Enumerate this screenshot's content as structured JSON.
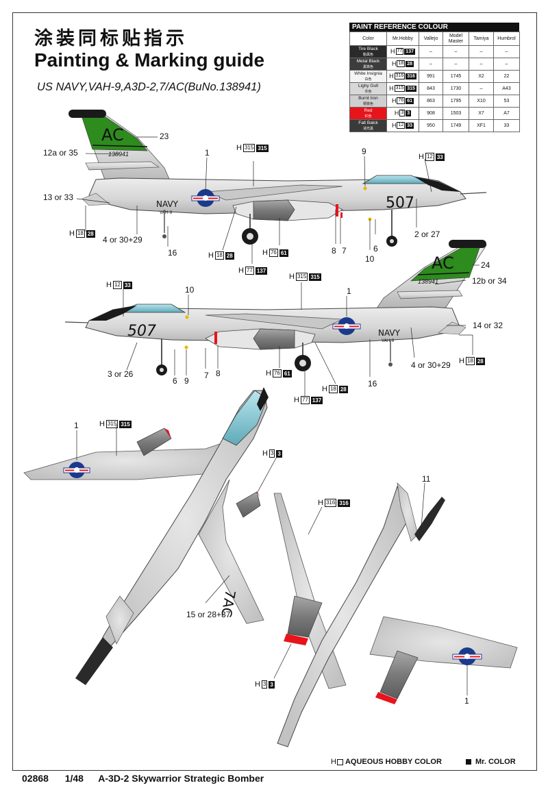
{
  "header": {
    "title_cn": "涂装同标贴指示",
    "title_en": "Painting & Marking guide",
    "subtitle": "US NAVY,VAH-9,A3D-2,7/AC(BuNo.138941)"
  },
  "paint_table": {
    "title": "PAINT REFERENCE COLOUR",
    "columns": [
      "Color",
      "Mr.Hobby",
      "Vallejo",
      "Model Master",
      "Tamiya",
      "Humbrol"
    ],
    "rows": [
      {
        "name": "Tire Black",
        "name_cn": "胎黑色",
        "swatch": "#2a2a2a",
        "h": "77",
        "m": "137",
        "vallejo": "–",
        "model_master": "–",
        "tamiya": "–",
        "humbrol": "–"
      },
      {
        "name": "Metal Black",
        "name_cn": "黑铁色",
        "swatch": "#3c3c3c",
        "h": "18",
        "m": "28",
        "vallejo": "–",
        "model_master": "–",
        "tamiya": "–",
        "humbrol": "–"
      },
      {
        "name": "White Insignia",
        "name_cn": "白色",
        "swatch": "#f4f4f4",
        "h": "316",
        "m": "316",
        "vallejo": "991",
        "model_master": "1745",
        "tamiya": "X2",
        "humbrol": "22"
      },
      {
        "name": "Lighy Gull",
        "name_cn": "灰色",
        "swatch": "#d8d8d8",
        "h": "315",
        "m": "315",
        "vallejo": "843",
        "model_master": "1730",
        "tamiya": "–",
        "humbrol": "A43"
      },
      {
        "name": "Burnt Iron",
        "name_cn": "铜铁色",
        "swatch": "#cfcfcf",
        "h": "76",
        "m": "61",
        "vallejo": "863",
        "model_master": "1795",
        "tamiya": "X10",
        "humbrol": "53"
      },
      {
        "name": "Red",
        "name_cn": "红色",
        "swatch": "#e8141b",
        "h": "3",
        "m": "3",
        "vallejo": "908",
        "model_master": "1503",
        "tamiya": "X7",
        "humbrol": "A7"
      },
      {
        "name": "Falt Balck",
        "name_cn": "消光黑",
        "swatch": "#3a3a3a",
        "h": "12",
        "m": "33",
        "vallejo": "950",
        "model_master": "1749",
        "tamiya": "XF1",
        "humbrol": "33"
      }
    ]
  },
  "colors": {
    "fuselage": "#d9d9d9",
    "tail_green": "#2e8b1e",
    "canopy": "#7ec8d4",
    "engine": "#8a8a8a",
    "red": "#e8141b",
    "black": "#1a1a1a",
    "insignia_blue": "#1b3a8c"
  },
  "aircraft": {
    "tail_code": "AC",
    "modex": "507",
    "serial": "138941",
    "navy": "NAVY",
    "squadron": "VAH-9",
    "underside_code": "7AC"
  },
  "callouts_side1": {
    "c23": "23",
    "c12a": "12a or 35",
    "c1": "1",
    "c13": "13 or 33",
    "c4": "4 or 30+29",
    "c16": "16",
    "c9": "9",
    "c8": "8",
    "c7": "7",
    "c6": "6",
    "c10": "10",
    "c2": "2 or 27",
    "h315": {
      "h": "315",
      "m": "315"
    },
    "h12": {
      "h": "12",
      "m": "33"
    },
    "h18a": {
      "h": "18",
      "m": "28"
    },
    "h18b": {
      "h": "18",
      "m": "28"
    },
    "h76": {
      "h": "76",
      "m": "61"
    },
    "h77": {
      "h": "77",
      "m": "137"
    }
  },
  "callouts_side2": {
    "c24": "24",
    "c12b": "12b or 34",
    "c10": "10",
    "c1": "1",
    "c14": "14 or 32",
    "c4": "4 or 30+29",
    "c3": "3 or 26",
    "c6": "6",
    "c9": "9",
    "c7": "7",
    "c8": "8",
    "c16": "16",
    "h12": {
      "h": "12",
      "m": "33"
    },
    "h315": {
      "h": "315",
      "m": "315"
    },
    "h18": {
      "h": "18",
      "m": "28"
    },
    "h76": {
      "h": "76",
      "m": "61"
    },
    "h18b": {
      "h": "18",
      "m": "28"
    },
    "h77": {
      "h": "77",
      "m": "137"
    }
  },
  "callouts_top": {
    "c1": "1",
    "h315": {
      "h": "315",
      "m": "315"
    },
    "h3": {
      "h": "3",
      "m": "3"
    },
    "c15": "15 or 28+37"
  },
  "callouts_bottom": {
    "c11": "11",
    "h316": {
      "h": "316",
      "m": "316"
    },
    "h3": {
      "h": "3",
      "m": "3"
    },
    "c1": "1"
  },
  "legend": {
    "aqueous": "AQUEOUS HOBBY COLOR",
    "mr_color": "Mr. COLOR"
  },
  "footer": {
    "code": "02868",
    "scale": "1/48",
    "name": "A-3D-2 Skywarrior Strategic Bomber"
  }
}
